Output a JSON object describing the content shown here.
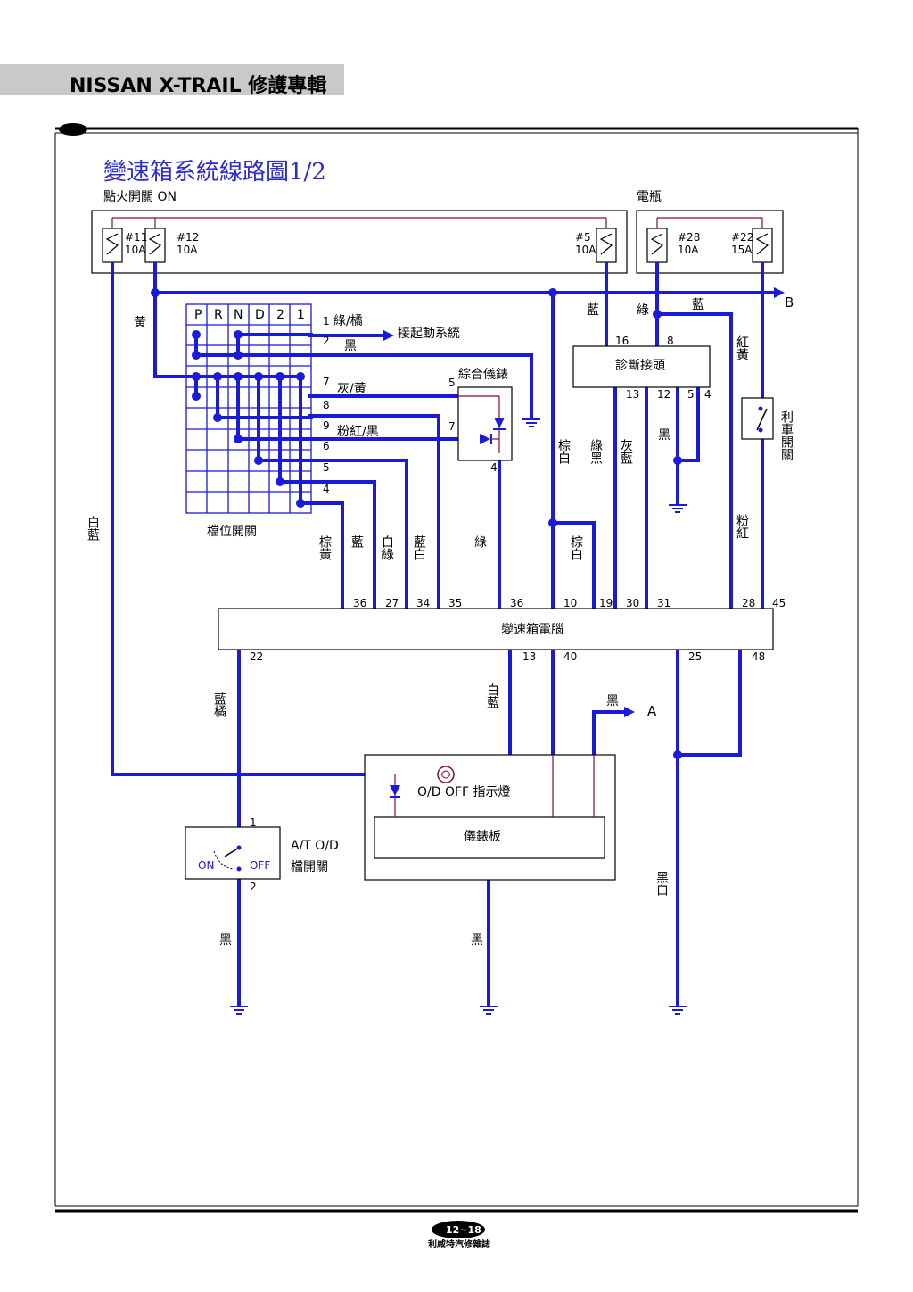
{
  "header": {
    "title": "NISSAN X-TRAIL 修護專輯"
  },
  "diagram": {
    "title": "變速箱系統線路圖1/2",
    "ignition_label": "點火開關 ON",
    "battery_label": "電瓶",
    "fuses": [
      {
        "id": "#11",
        "rating": "10A"
      },
      {
        "id": "#12",
        "rating": "10A"
      },
      {
        "id": "#5",
        "rating": "10A"
      },
      {
        "id": "#28",
        "rating": "10A"
      },
      {
        "id": "#22",
        "rating": "15A"
      }
    ],
    "gear_switch": {
      "label": "檔位開關",
      "positions": [
        "P",
        "R",
        "N",
        "D",
        "2",
        "1"
      ]
    },
    "gear_pins": [
      {
        "pin": "1",
        "color": "綠/橘"
      },
      {
        "pin": "2",
        "color": "黑"
      },
      {
        "pin": "7",
        "color": "灰/黃"
      },
      {
        "pin": "8",
        "color": ""
      },
      {
        "pin": "9",
        "color": "粉紅/黑"
      },
      {
        "pin": "6",
        "color": ""
      },
      {
        "pin": "5",
        "color": ""
      },
      {
        "pin": "4",
        "color": ""
      }
    ],
    "starter_label": "接起動系統",
    "combo_meter": {
      "label": "綜合儀錶",
      "pin5": "5",
      "pin7": "7",
      "pin4": "4"
    },
    "diag_connector": {
      "label": "診斷接頭",
      "pins_top": [
        "16",
        "8"
      ],
      "pins_bottom": [
        "13",
        "12",
        "5",
        "4"
      ]
    },
    "brake_switch": "利車開關",
    "tcm": {
      "label": "變速箱電腦",
      "top_pins": [
        "36",
        "27",
        "34",
        "35",
        "36",
        "10",
        "19",
        "30",
        "31",
        "28",
        "45"
      ],
      "bottom_pins": [
        "22",
        "13",
        "40",
        "25",
        "48"
      ]
    },
    "wire_colors": {
      "yellow": "黃",
      "blue1": "藍",
      "green": "綠",
      "blue2": "藍",
      "red_yellow": "紅黃",
      "white_blue_left": "白藍",
      "brown_yellow": "棕黃",
      "blue3": "藍",
      "white_green": "白綠",
      "blue_white": "藍白",
      "green2": "綠",
      "brown_white": "棕白",
      "brown_white2": "棕白",
      "green_black": "綠黑",
      "gray_blue": "灰藍",
      "black_diag": "黑",
      "pink_red": "粉紅",
      "blue_orange": "藍橘",
      "white_blue2": "白藍",
      "black_a": "黑",
      "black_white": "黑白",
      "black_sw": "黑",
      "black_panel": "黑"
    },
    "connectors": {
      "b": "B",
      "a": "A"
    },
    "od_lamp": "O/D OFF 指示燈",
    "instrument_panel": "儀錶板",
    "od_switch": {
      "label1": "A/T O/D",
      "label2": "檔開關",
      "on": "ON",
      "off": "OFF",
      "pin1": "1",
      "pin2": "2"
    }
  },
  "footer": {
    "page": "12~18",
    "publisher": "利威特汽修雜誌"
  }
}
